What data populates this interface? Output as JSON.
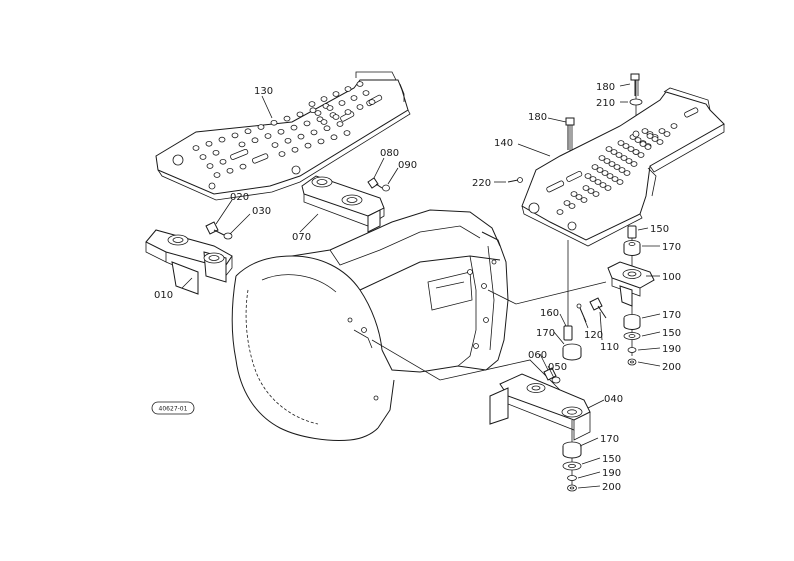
{
  "diagram_code": "40627-01",
  "labels": {
    "p010": "010",
    "p020": "020",
    "p030": "030",
    "p040": "040",
    "p050": "050",
    "p060": "060",
    "p070": "070",
    "p080": "080",
    "p090": "090",
    "p100": "100",
    "p110": "110",
    "p120": "120",
    "p130": "130",
    "p140": "140",
    "p150a": "150",
    "p150b": "150",
    "p150c": "150",
    "p160": "160",
    "p170a": "170",
    "p170b": "170",
    "p170c": "170",
    "p170d": "170",
    "p180a": "180",
    "p180b": "180",
    "p190a": "190",
    "p190b": "190",
    "p200a": "200",
    "p200b": "200",
    "p210": "210",
    "p220": "220"
  }
}
